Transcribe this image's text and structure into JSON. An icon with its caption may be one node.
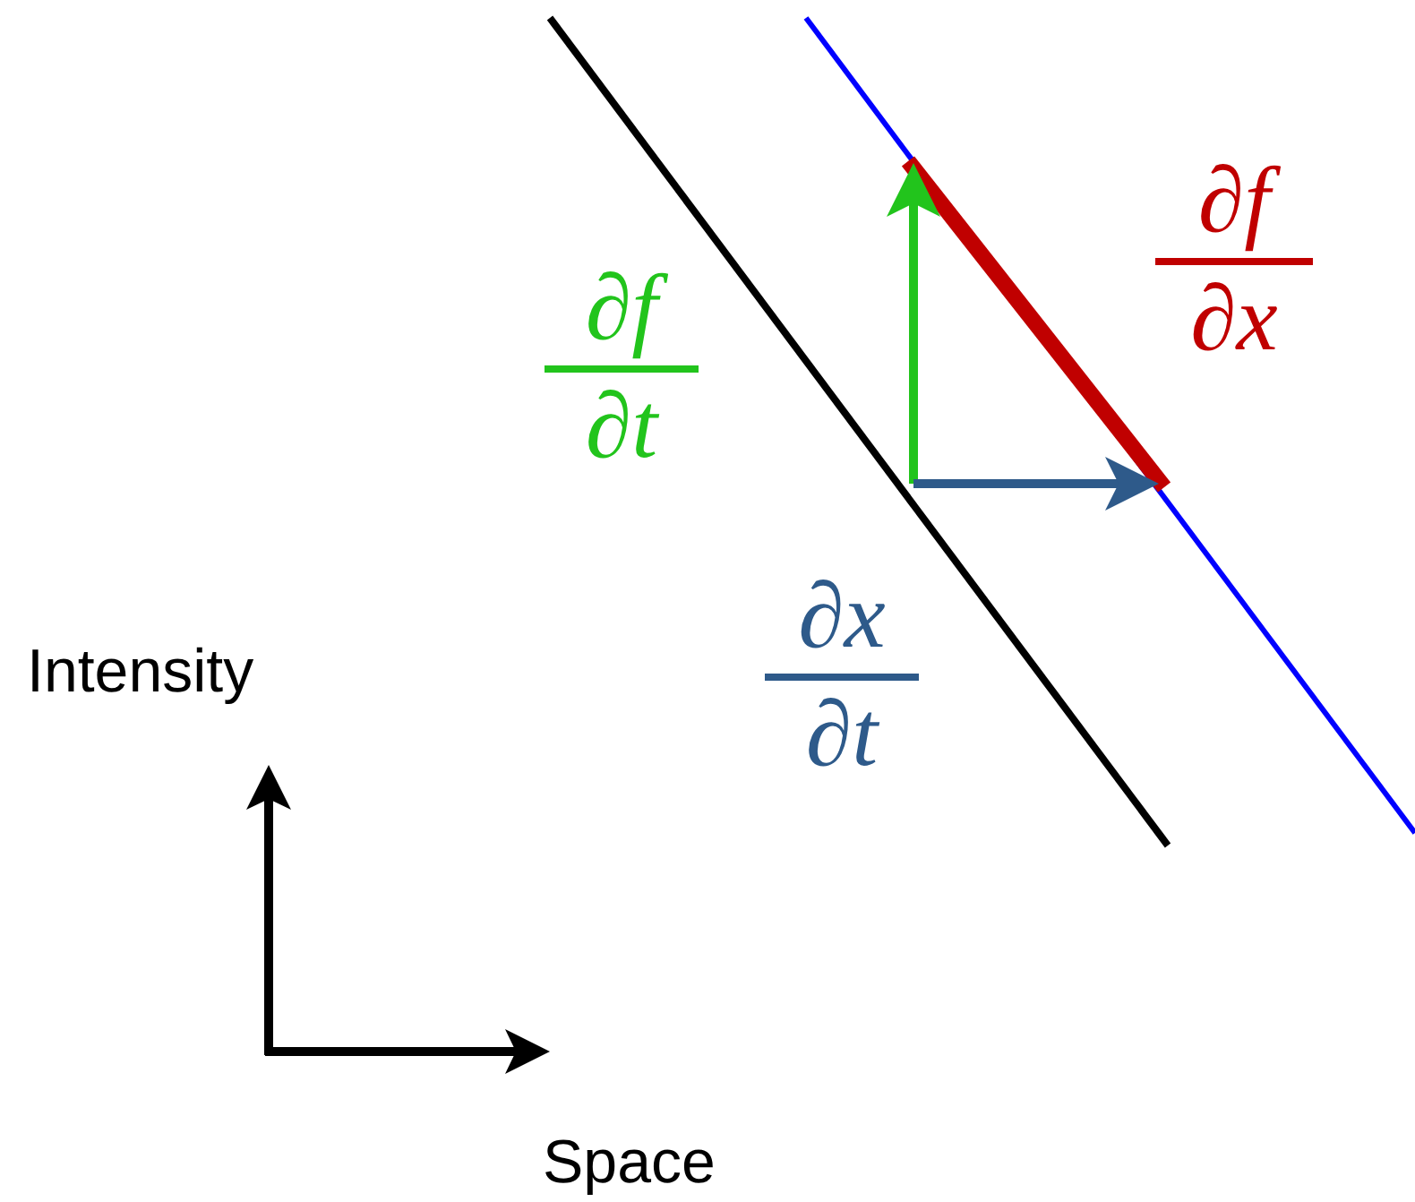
{
  "diagram": {
    "labels": [
      "∂f",
      "∂x",
      "∂f",
      "∂t",
      "Intensity",
      "∂x",
      "∂t",
      "Space"
    ]
  }
}
